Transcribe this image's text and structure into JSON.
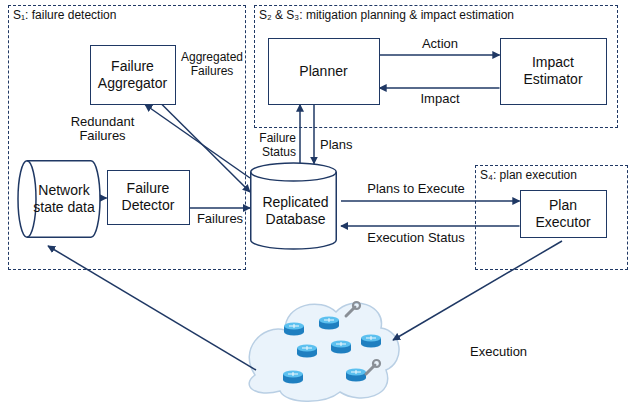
{
  "diagram": {
    "nodes": [
      {
        "text": [
          "S₁: failure detection"
        ]
      },
      {
        "text": [
          "Failure Aggregator"
        ],
        "in": 0
      },
      {
        "text": [
          "Network state data"
        ],
        "in": 0
      },
      {
        "text": [
          "Failure Detector"
        ],
        "in": 0
      },
      {
        "text": [
          "S₂ & S₃: mitigation planning & impact estimation"
        ]
      },
      {
        "text": [
          "Planner"
        ],
        "in": 4
      },
      {
        "text": [
          "Impact Estimator"
        ],
        "in": 4
      },
      {
        "text": [
          "Replicated Database"
        ]
      },
      {
        "text": [
          "S₄: plan execution"
        ]
      },
      {
        "text": [
          "Plan Executor"
        ],
        "in": 8
      }
    ],
    "edges": [
      {
        "from": 7,
        "to": 1,
        "label": "Redundant Failures",
        "arrow": "to"
      },
      {
        "from": 1,
        "to": 7,
        "label": "Aggregated Failures",
        "arrow": "to"
      },
      {
        "from": 2,
        "to": 3,
        "arrow": "to"
      },
      {
        "from": 3,
        "to": 7,
        "label": "Failures",
        "arrow": "to"
      },
      {
        "from": 7,
        "to": 5,
        "label": "Failure Status",
        "arrow": "to"
      },
      {
        "from": 5,
        "to": 7,
        "label": "Plans",
        "arrow": "to"
      },
      {
        "from": 5,
        "to": 6,
        "label": "Action",
        "arrow": "to"
      },
      {
        "from": 6,
        "to": 5,
        "label": "Impact",
        "arrow": "to"
      },
      {
        "from": 7,
        "to": 9,
        "label": "Plans to Execute",
        "arrow": "to"
      },
      {
        "from": 9,
        "to": 7,
        "label": "Execution Status",
        "arrow": "to"
      }
    ],
    "labels": [
      "Execution"
    ]
  }
}
